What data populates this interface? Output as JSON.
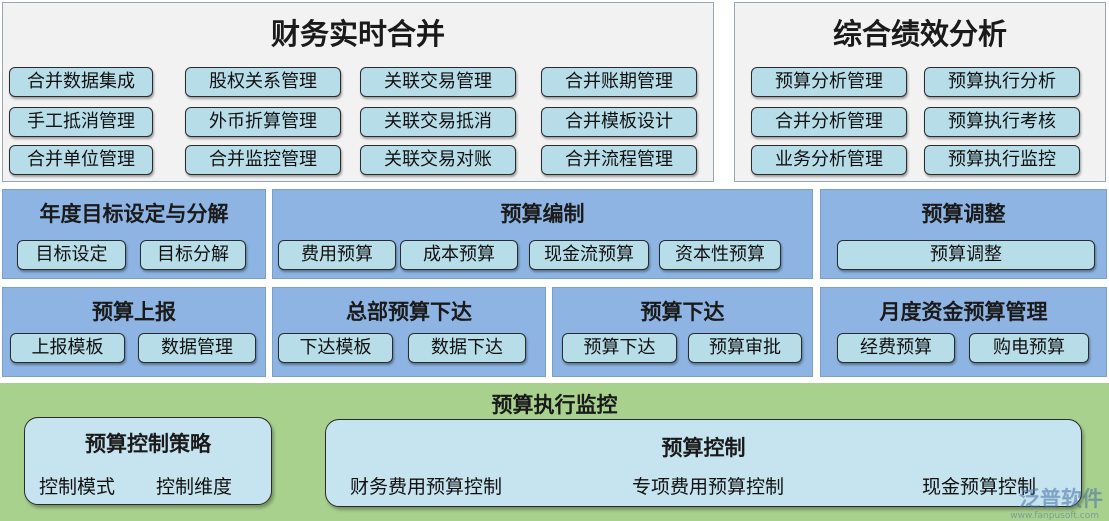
{
  "finance": {
    "title": "财务实时合并",
    "items": [
      "合并数据集成",
      "股权关系管理",
      "关联交易管理",
      "合并账期管理",
      "手工抵消管理",
      "外币折算管理",
      "关联交易抵消",
      "合并模板设计",
      "合并单位管理",
      "合并监控管理",
      "关联交易对账",
      "合并流程管理"
    ]
  },
  "performance": {
    "title": "综合绩效分析",
    "items": [
      "预算分析管理",
      "预算执行分析",
      "合并分析管理",
      "预算执行考核",
      "业务分析管理",
      "预算执行监控"
    ]
  },
  "annual": {
    "title": "年度目标设定与分解",
    "items": [
      "目标设定",
      "目标分解"
    ]
  },
  "compile": {
    "title": "预算编制",
    "items": [
      "费用预算",
      "成本预算",
      "现金流预算",
      "资本性预算"
    ]
  },
  "adjust": {
    "title": "预算调整",
    "items": [
      "预算调整"
    ]
  },
  "report": {
    "title": "预算上报",
    "items": [
      "上报模板",
      "数据管理"
    ]
  },
  "hq": {
    "title": "总部预算下达",
    "items": [
      "下达模板",
      "数据下达"
    ]
  },
  "issue": {
    "title": "预算下达",
    "items": [
      "预算下达",
      "预算审批"
    ]
  },
  "monthly": {
    "title": "月度资金预算管理",
    "items": [
      "经费预算",
      "购电预算"
    ]
  },
  "monitor": {
    "title": "预算执行监控",
    "strategy": {
      "title": "预算控制策略",
      "items": [
        "控制模式",
        "控制维度"
      ]
    },
    "control": {
      "title": "预算控制",
      "items": [
        "财务费用预算控制",
        "专项费用预算控制",
        "现金预算控制"
      ]
    }
  },
  "watermark": {
    "text": "泛普软件",
    "sub": "www.fanpusoft.com"
  }
}
